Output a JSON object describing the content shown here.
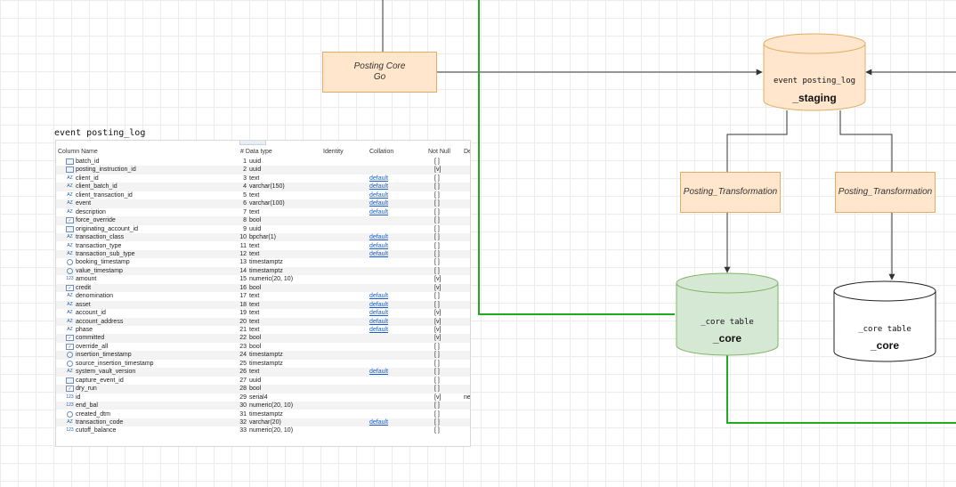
{
  "diagram": {
    "posting_core": {
      "line1": "Posting Core",
      "line2": "Go"
    },
    "staging_db": {
      "label": "event posting_log",
      "title": "_staging"
    },
    "transform_left": {
      "label": "Posting_Transformation"
    },
    "transform_right": {
      "label": "Posting_Transformation"
    },
    "core_db_green": {
      "label": "_core table",
      "title": "_core"
    },
    "core_db_white": {
      "label": "_core table",
      "title": "_core"
    },
    "colors": {
      "node_fill": "#ffe6cc",
      "node_stroke": "#e2ac64",
      "green_fill": "#d5e8d4",
      "green_stroke": "#82b366",
      "green_line": "#1faa1f"
    }
  },
  "table": {
    "title": "event posting_log",
    "headers": {
      "name": "Column Name",
      "type": "# Data type",
      "identity": "Identity",
      "collation": "Collation",
      "not_null": "Not Null",
      "default": "De"
    },
    "rows": [
      {
        "icon": "uuid-icon",
        "name": "batch_id",
        "num": "1",
        "type": "uuid",
        "collation": "",
        "not_null": "[ ]",
        "default": ""
      },
      {
        "icon": "uuid-icon",
        "name": "posting_instruction_id",
        "num": "2",
        "type": "uuid",
        "collation": "",
        "not_null": "[v]",
        "default": ""
      },
      {
        "icon": "text-icon",
        "name": "client_id",
        "num": "3",
        "type": "text",
        "collation": "default",
        "not_null": "[ ]",
        "default": ""
      },
      {
        "icon": "text-icon",
        "name": "client_batch_id",
        "num": "4",
        "type": "varchar(150)",
        "collation": "default",
        "not_null": "[ ]",
        "default": ""
      },
      {
        "icon": "text-icon",
        "name": "client_transaction_id",
        "num": "5",
        "type": "text",
        "collation": "default",
        "not_null": "[ ]",
        "default": ""
      },
      {
        "icon": "text-icon",
        "name": "event",
        "num": "6",
        "type": "varchar(100)",
        "collation": "default",
        "not_null": "[ ]",
        "default": ""
      },
      {
        "icon": "text-icon",
        "name": "description",
        "num": "7",
        "type": "text",
        "collation": "default",
        "not_null": "[ ]",
        "default": ""
      },
      {
        "icon": "bool-icon",
        "name": "force_override",
        "num": "8",
        "type": "bool",
        "collation": "",
        "not_null": "[ ]",
        "default": ""
      },
      {
        "icon": "uuid-icon",
        "name": "originating_account_id",
        "num": "9",
        "type": "uuid",
        "collation": "",
        "not_null": "[ ]",
        "default": ""
      },
      {
        "icon": "text-icon",
        "name": "transaction_class",
        "num": "10",
        "type": "bpchar(1)",
        "collation": "default",
        "not_null": "[ ]",
        "default": ""
      },
      {
        "icon": "text-icon",
        "name": "transaction_type",
        "num": "11",
        "type": "text",
        "collation": "default",
        "not_null": "[ ]",
        "default": ""
      },
      {
        "icon": "text-icon",
        "name": "transaction_sub_type",
        "num": "12",
        "type": "text",
        "collation": "default",
        "not_null": "[ ]",
        "default": ""
      },
      {
        "icon": "clock-icon",
        "name": "booking_timestamp",
        "num": "13",
        "type": "timestamptz",
        "collation": "",
        "not_null": "[ ]",
        "default": ""
      },
      {
        "icon": "clock-icon",
        "name": "value_timestamp",
        "num": "14",
        "type": "timestamptz",
        "collation": "",
        "not_null": "[ ]",
        "default": ""
      },
      {
        "icon": "number-icon",
        "name": "amount",
        "num": "15",
        "type": "numeric(20, 10)",
        "collation": "",
        "not_null": "[v]",
        "default": ""
      },
      {
        "icon": "bool-icon",
        "name": "credit",
        "num": "16",
        "type": "bool",
        "collation": "",
        "not_null": "[v]",
        "default": ""
      },
      {
        "icon": "text-icon",
        "name": "denomination",
        "num": "17",
        "type": "text",
        "collation": "default",
        "not_null": "[ ]",
        "default": ""
      },
      {
        "icon": "text-icon",
        "name": "asset",
        "num": "18",
        "type": "text",
        "collation": "default",
        "not_null": "[ ]",
        "default": ""
      },
      {
        "icon": "text-icon",
        "name": "account_id",
        "num": "19",
        "type": "text",
        "collation": "default",
        "not_null": "[v]",
        "default": ""
      },
      {
        "icon": "text-icon",
        "name": "account_address",
        "num": "20",
        "type": "text",
        "collation": "default",
        "not_null": "[v]",
        "default": ""
      },
      {
        "icon": "text-icon",
        "name": "phase",
        "num": "21",
        "type": "text",
        "collation": "default",
        "not_null": "[v]",
        "default": ""
      },
      {
        "icon": "bool-icon",
        "name": "committed",
        "num": "22",
        "type": "bool",
        "collation": "",
        "not_null": "[v]",
        "default": ""
      },
      {
        "icon": "bool-icon",
        "name": "override_all",
        "num": "23",
        "type": "bool",
        "collation": "",
        "not_null": "[ ]",
        "default": ""
      },
      {
        "icon": "clock-icon",
        "name": "insertion_timestamp",
        "num": "24",
        "type": "timestamptz",
        "collation": "",
        "not_null": "[ ]",
        "default": ""
      },
      {
        "icon": "clock-icon",
        "name": "source_insertion_timestamp",
        "num": "25",
        "type": "timestamptz",
        "collation": "",
        "not_null": "[ ]",
        "default": ""
      },
      {
        "icon": "text-icon",
        "name": "system_vault_version",
        "num": "26",
        "type": "text",
        "collation": "default",
        "not_null": "[ ]",
        "default": ""
      },
      {
        "icon": "uuid-icon",
        "name": "capture_event_id",
        "num": "27",
        "type": "uuid",
        "collation": "",
        "not_null": "[ ]",
        "default": ""
      },
      {
        "icon": "bool-icon",
        "name": "dry_run",
        "num": "28",
        "type": "bool",
        "collation": "",
        "not_null": "[ ]",
        "default": ""
      },
      {
        "icon": "number-icon",
        "name": "id",
        "num": "29",
        "type": "serial4",
        "collation": "",
        "not_null": "[v]",
        "default": "ne"
      },
      {
        "icon": "number-icon",
        "name": "end_bal",
        "num": "30",
        "type": "numeric(20, 10)",
        "collation": "",
        "not_null": "[ ]",
        "default": ""
      },
      {
        "icon": "clock-icon",
        "name": "created_dtm",
        "num": "31",
        "type": "timestamptz",
        "collation": "",
        "not_null": "[ ]",
        "default": ""
      },
      {
        "icon": "text-icon",
        "name": "transaction_code",
        "num": "32",
        "type": "varchar(20)",
        "collation": "default",
        "not_null": "[ ]",
        "default": ""
      },
      {
        "icon": "number-icon",
        "name": "cutoff_balance",
        "num": "33",
        "type": "numeric(20, 10)",
        "collation": "",
        "not_null": "[ ]",
        "default": ""
      }
    ]
  }
}
